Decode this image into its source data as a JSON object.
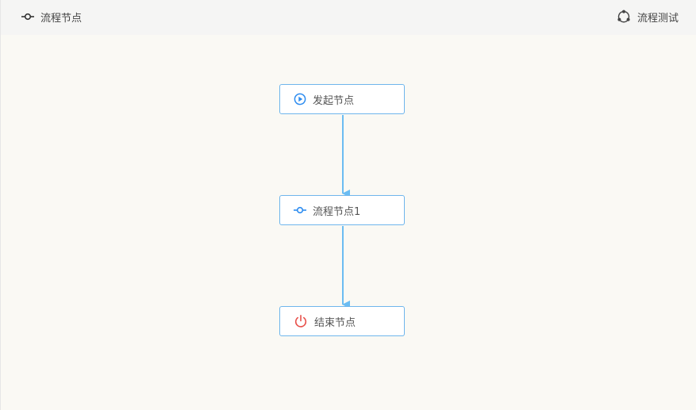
{
  "toolbar": {
    "left_label": "流程节点",
    "left_icon": "node-icon",
    "right_label": "流程测试",
    "right_icon": "share-cycle-icon"
  },
  "flow": {
    "nodes": [
      {
        "label": "发起节点",
        "icon": "play-circle-icon",
        "color": "#2d8cf0"
      },
      {
        "label": "流程节点1",
        "icon": "node-icon",
        "color": "#2d8cf0"
      },
      {
        "label": "结束节点",
        "icon": "power-icon",
        "color": "#e8514b"
      }
    ],
    "edge_color": "#6bbcf2"
  }
}
